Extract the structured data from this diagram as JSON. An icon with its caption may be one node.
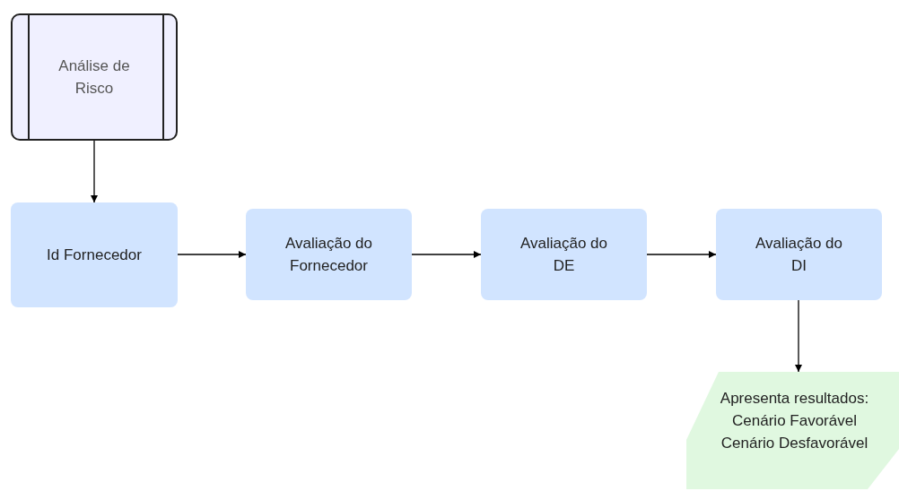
{
  "diagram": {
    "nodes": [
      {
        "text": [
          "Análise de Risco"
        ]
      },
      {
        "text": [
          "Id Fornecedor"
        ]
      },
      {
        "text": [
          "Avaliação do Fornecedor"
        ]
      },
      {
        "text": [
          "Avaliação do DE"
        ]
      },
      {
        "text": [
          "Avaliação do DI"
        ]
      },
      {
        "text": [
          "Apresenta resultados: Cenário Favorável Cenário Desfavorável"
        ]
      }
    ],
    "edges": [
      {
        "from": 0,
        "to": 1,
        "arrow": "to"
      },
      {
        "from": 1,
        "to": 2,
        "arrow": "to"
      },
      {
        "from": 2,
        "to": 3,
        "arrow": "to"
      },
      {
        "from": 3,
        "to": 4,
        "arrow": "to"
      },
      {
        "from": 4,
        "to": 5,
        "arrow": "to"
      }
    ]
  }
}
